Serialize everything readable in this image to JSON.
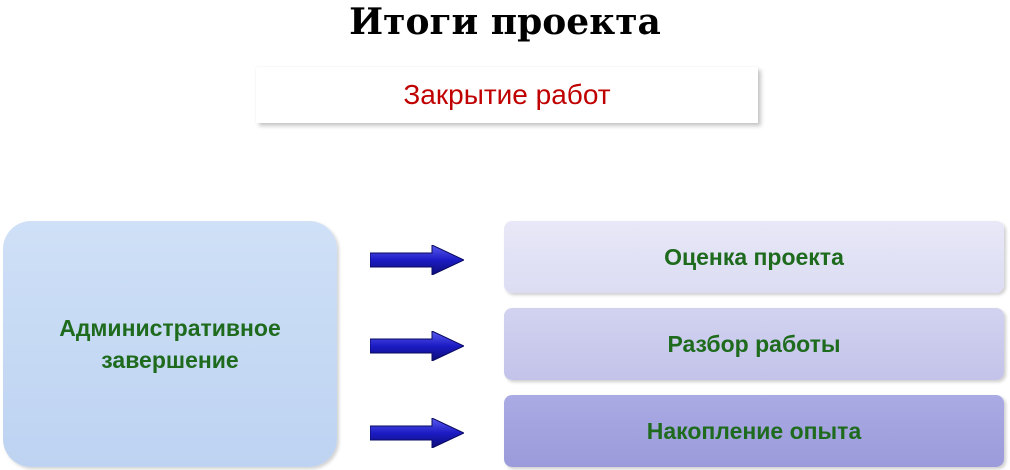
{
  "title": "Итоги проекта",
  "subtitle": "Закрытие работ",
  "source": {
    "lines": [
      "Административное",
      "завершение"
    ]
  },
  "targets": [
    {
      "label": "Оценка проекта"
    },
    {
      "label": "Разбор работы"
    },
    {
      "label": "Накопление опыта"
    }
  ],
  "colors": {
    "subtitle": "#c00000",
    "box_text": "#1e6b1e",
    "arrow": "#1a1aa6"
  },
  "icons": {
    "arrow": "right-arrow-icon"
  }
}
